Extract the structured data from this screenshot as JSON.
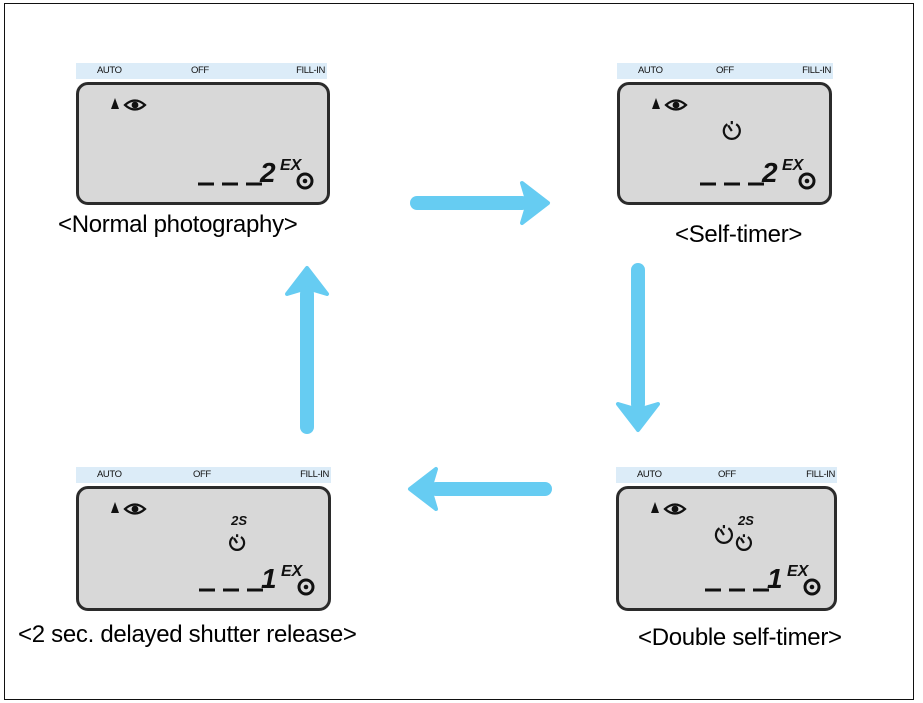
{
  "panels": [
    {
      "id": "normal",
      "mode_labels": [
        "AUTO",
        "OFF",
        "FILL-IN"
      ],
      "caption": "<Normal photography>",
      "counter_digit": "2",
      "counter_unit": "EX",
      "self_timer": false,
      "double_timer": false,
      "delay_label": ""
    },
    {
      "id": "self-timer",
      "mode_labels": [
        "AUTO",
        "OFF",
        "FILL-IN"
      ],
      "caption": "<Self-timer>",
      "counter_digit": "2",
      "counter_unit": "EX",
      "self_timer": true,
      "double_timer": false,
      "delay_label": ""
    },
    {
      "id": "double-self-timer",
      "mode_labels": [
        "AUTO",
        "OFF",
        "FILL-IN"
      ],
      "caption": "<Double self-timer>",
      "counter_digit": "1",
      "counter_unit": "EX",
      "self_timer": true,
      "double_timer": true,
      "delay_label": "2S"
    },
    {
      "id": "delayed-release",
      "mode_labels": [
        "AUTO",
        "OFF",
        "FILL-IN"
      ],
      "caption": "<2 sec. delayed shutter release>",
      "counter_digit": "1",
      "counter_unit": "EX",
      "self_timer": false,
      "double_timer": true,
      "delay_label": "2S"
    }
  ],
  "colors": {
    "arrow": "#66ccf2",
    "mode_bar": "#dcecf8",
    "lcd_background": "#d8d8d8",
    "lcd_border": "#2b2b2b",
    "segment": "#111111"
  },
  "icons": {
    "red_eye": "eye-icon",
    "flash": "flash-triangle-icon",
    "self_timer": "self-timer-icon",
    "film": "film-cartridge-icon"
  }
}
